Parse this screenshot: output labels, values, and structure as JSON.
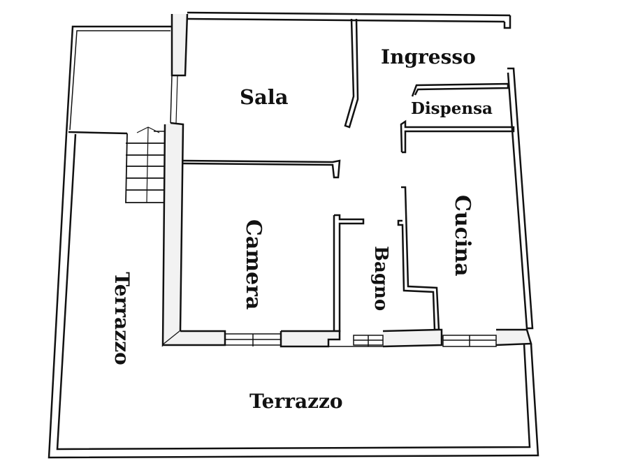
{
  "floor_plan": {
    "colors": {
      "wall": "#111111",
      "wall_fill": "#f2f2f2",
      "background": "#ffffff"
    },
    "rooms": [
      {
        "id": "sala",
        "label": "Sala"
      },
      {
        "id": "ingresso",
        "label": "Ingresso"
      },
      {
        "id": "dispensa",
        "label": "Dispensa"
      },
      {
        "id": "camera",
        "label": "Camera"
      },
      {
        "id": "bagno",
        "label": "Bagno"
      },
      {
        "id": "cucina",
        "label": "Cucina"
      },
      {
        "id": "terrazzo_left",
        "label": "Terrazzo"
      },
      {
        "id": "terrazzo_bottom",
        "label": "Terrazzo"
      }
    ],
    "features": {
      "staircase": "stair-icon",
      "windows": [
        "camera-window",
        "bagno-window",
        "cucina-window"
      ]
    }
  }
}
